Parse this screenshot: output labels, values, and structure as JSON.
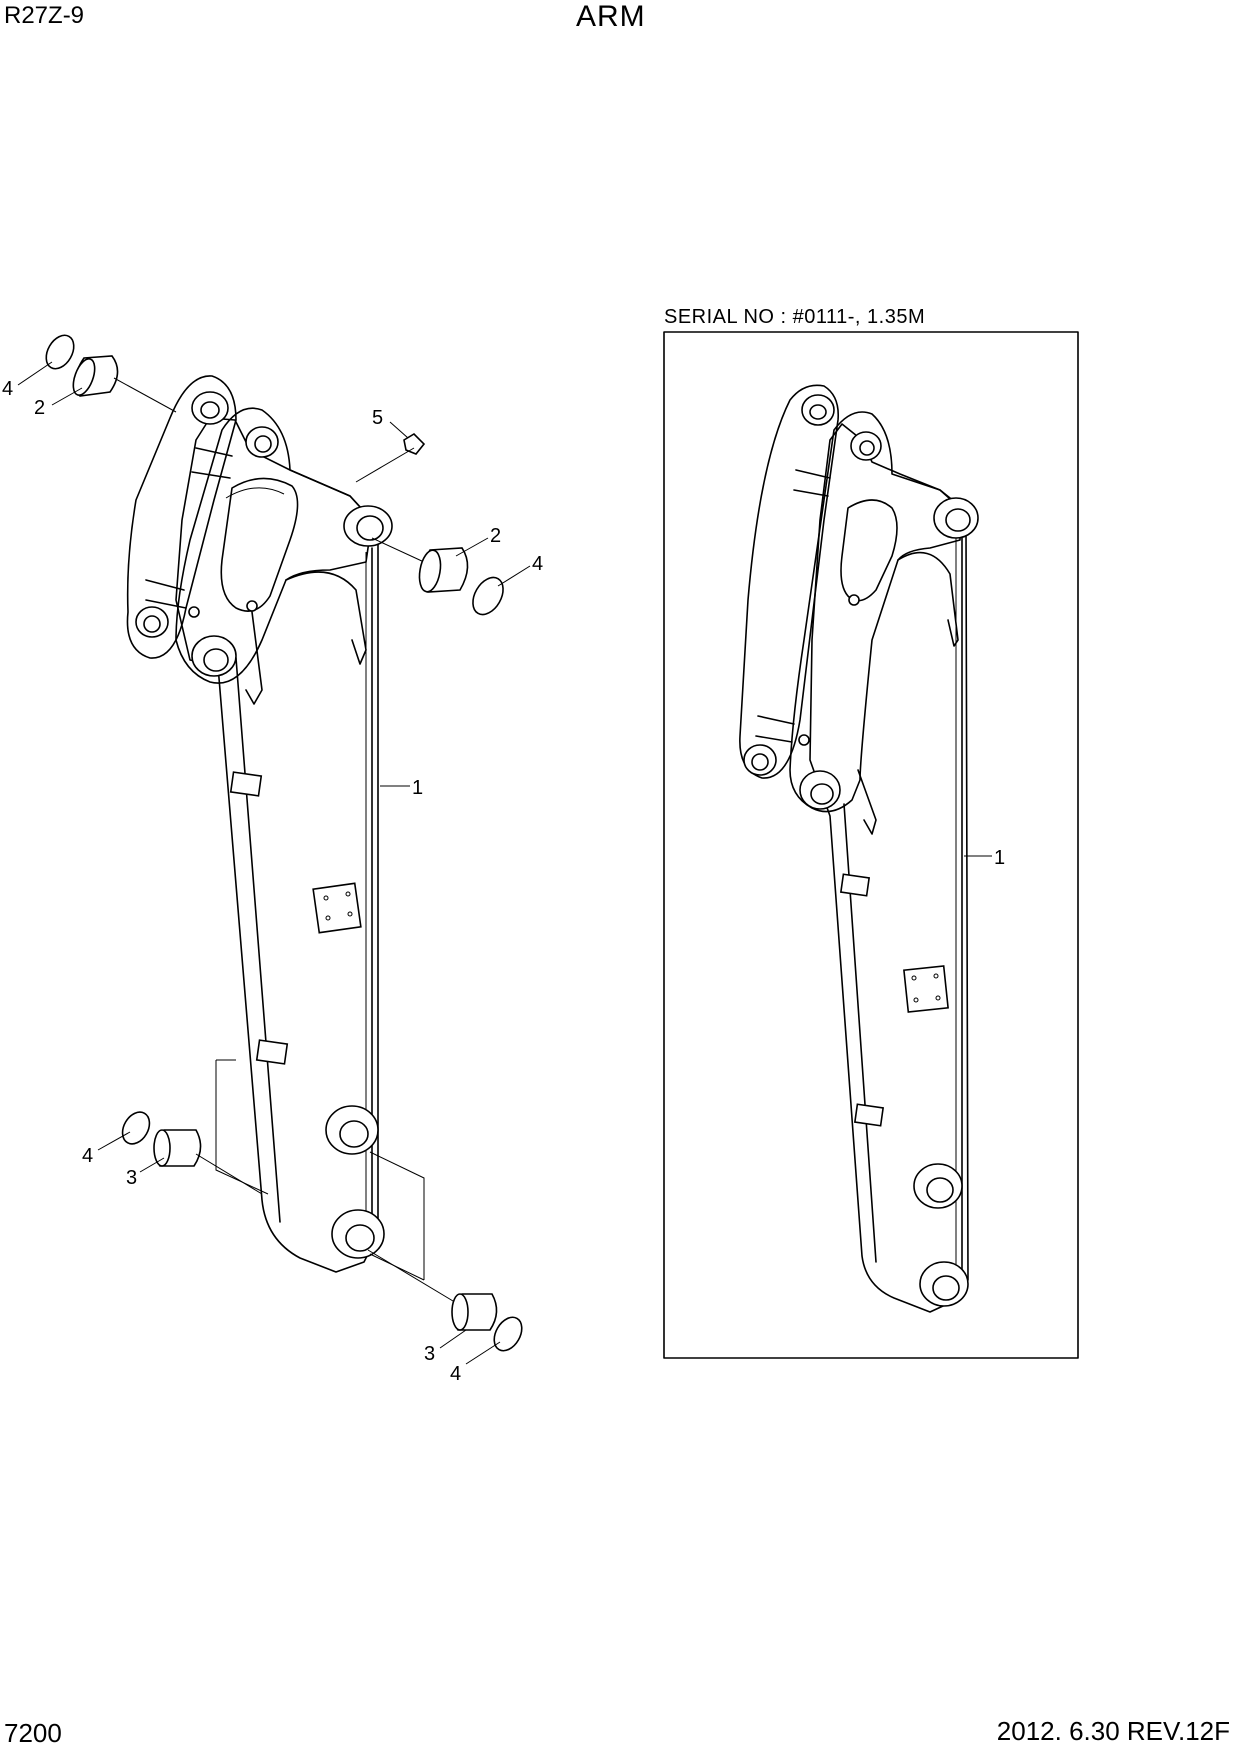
{
  "header": {
    "model": "R27Z-9",
    "title": "ARM"
  },
  "footer": {
    "page_number": "7200",
    "date_revision": "2012. 6.30  REV.12F"
  },
  "inset": {
    "caption": "SERIAL NO : #0111-, 1.35M"
  },
  "callouts": {
    "main": {
      "ring_top": "4",
      "bush_top": "2",
      "grease": "5",
      "bush_right": "2",
      "ring_right": "4",
      "arm": "1",
      "ring_lower_left": "4",
      "bush_lower_left": "3",
      "bush_bottom": "3",
      "ring_bottom": "4"
    },
    "inset": {
      "arm": "1"
    }
  }
}
